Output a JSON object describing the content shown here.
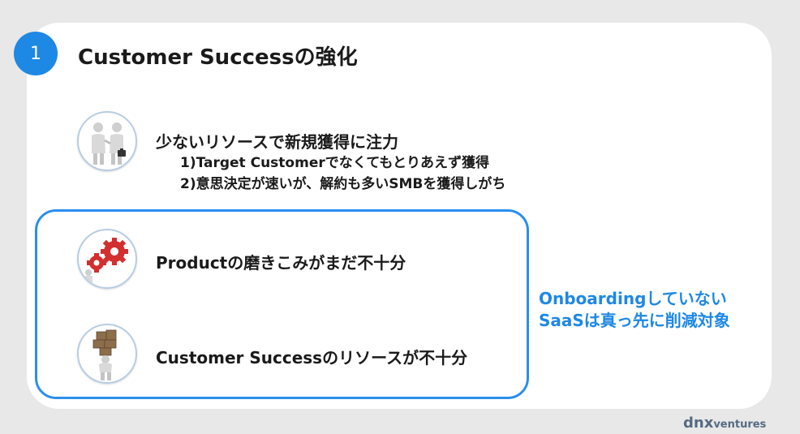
{
  "slide": {
    "number": "1",
    "title": "Customer Successの強化"
  },
  "items": [
    {
      "icon": "handshake-icon",
      "heading": "少ないリソースで新規獲得に注力",
      "sub": [
        "1)Target Customerでなくてもとりあえず獲得",
        "2)意思決定が速いが、解約も多いSMBを獲得しがち"
      ]
    },
    {
      "icon": "gears-icon",
      "heading": "Productの磨きこみがまだ不十分"
    },
    {
      "icon": "person-carrying-boxes-icon",
      "heading": "Customer Successのリソースが不十分"
    }
  ],
  "callout": {
    "line1": "Onboardingしていない",
    "line2": "SaaSは真っ先に削減対象"
  },
  "brand": {
    "part1": "dnx",
    "part2": "ventures"
  },
  "colors": {
    "accent": "#1e88e5",
    "box_border": "#2a8ef0",
    "background": "#e8e8e8",
    "card": "#ffffff",
    "gear": "#d32f2f"
  }
}
